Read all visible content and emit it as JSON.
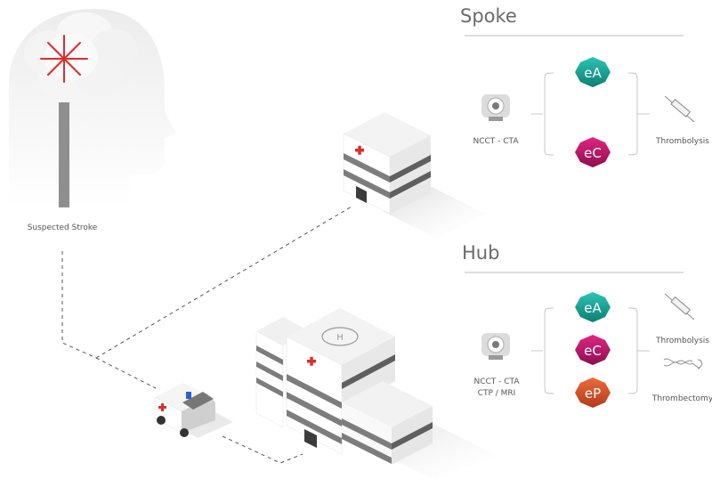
{
  "patient": {
    "label": "Suspected Stroke"
  },
  "spoke": {
    "title": "Spoke",
    "imaging_label": "NCCT - CTA",
    "badges": [
      {
        "text": "eA",
        "color": "#1aa89a"
      },
      {
        "text": "eC",
        "color": "#c4166b"
      }
    ],
    "treatments": [
      {
        "label": "Thrombolysis",
        "icon": "syringe-icon"
      }
    ]
  },
  "hub": {
    "title": "Hub",
    "imaging_label_line1": "NCCT - CTA",
    "imaging_label_line2": "CTP / MRI",
    "badges": [
      {
        "text": "eA",
        "color": "#1aa89a"
      },
      {
        "text": "eC",
        "color": "#c4166b"
      },
      {
        "text": "eP",
        "color": "#d8502a"
      }
    ],
    "treatments": [
      {
        "label": "Thrombolysis",
        "icon": "syringe-icon"
      },
      {
        "label": "Thrombectomy",
        "icon": "stent-retriever-icon"
      }
    ]
  },
  "colors": {
    "accent_red": "#e02b2b",
    "text_gray": "#555555",
    "line_gray": "#bbbbbb"
  }
}
